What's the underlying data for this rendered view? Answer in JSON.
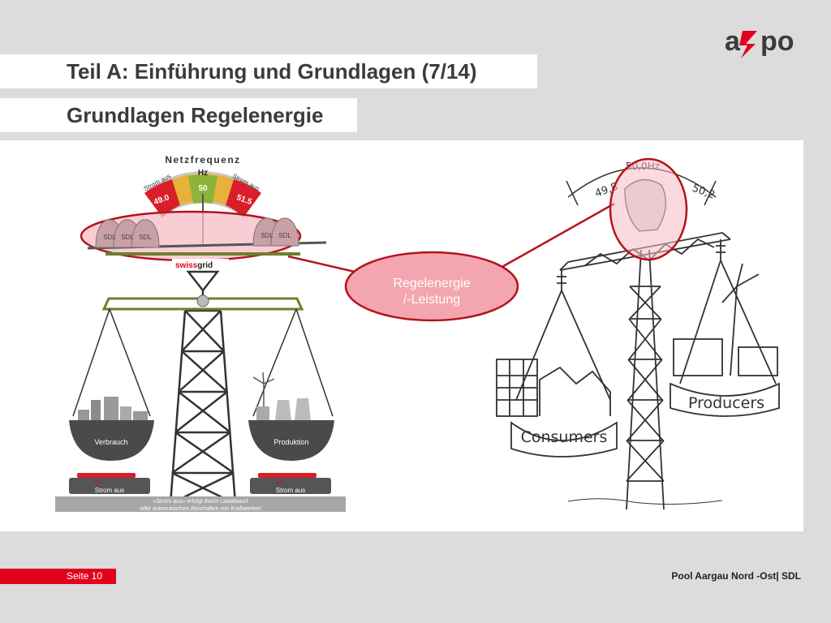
{
  "header": {
    "title": "Teil A:  Einführung und Grundlagen (7/14)",
    "subtitle": "Grundlagen Regelenergie"
  },
  "logo": {
    "text": "axpo",
    "accent_color": "#e3001b"
  },
  "left_diagram": {
    "gauge_title": "Netzfrequenz",
    "gauge_unit": "Hz",
    "gauge_low": "49.0",
    "gauge_mid": "50",
    "gauge_high": "51.5",
    "strom_aus_left": "Strom aus",
    "strom_aus_right": "Strom aus",
    "weight_label": "SDL",
    "brand_red": "swiss",
    "brand_dark": "grid",
    "pan_left_label": "Verbrauch",
    "pan_right_label": "Produktion",
    "button_left_label": "Strom aus",
    "button_right_label": "Strom aus",
    "note_line1": "«Strom aus» erfolgt durch Lastabwurf",
    "note_line2": "oder automatisches Abschalten von Kraftwerken"
  },
  "callout": {
    "line1": "Regelenergie",
    "line2": "/-Leistung"
  },
  "right_diagram": {
    "gauge_left": "49,8",
    "gauge_mid": "50,0Hz",
    "gauge_right": "50,2",
    "consumers_label": "Consumers",
    "producers_label": "Producers"
  },
  "footer": {
    "page_label": "Seite 10",
    "right_text": "Pool Aargau Nord -Ost| SDL"
  },
  "colors": {
    "red": "#e3001b",
    "highlight_pink": "#f6bcc4",
    "gray_bg": "#dcdcdc"
  }
}
